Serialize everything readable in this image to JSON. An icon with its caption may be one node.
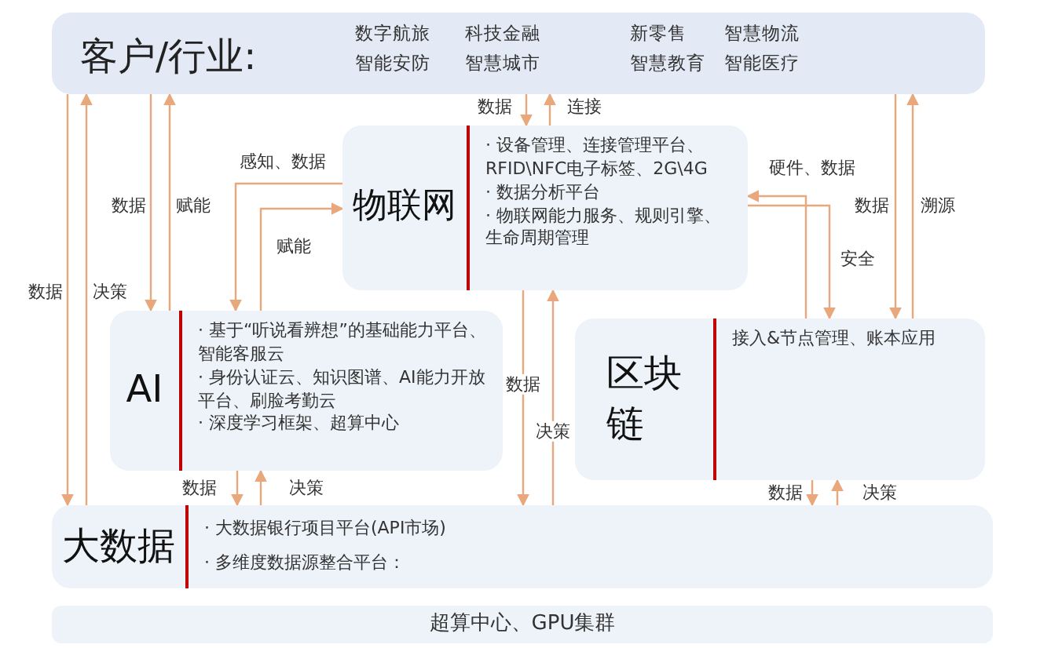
{
  "diagram": {
    "nodes": [
      {
        "text": [
          "客户/行业:",
          "数字航旅",
          "科技金融",
          "新零售",
          "智慧物流",
          "智能安防",
          "智慧城市",
          "智慧教育",
          "智能医疗"
        ]
      },
      {
        "text": [
          "物联网",
          "· 设备管理、连接管理平台、RFID\\NFC电子标签、2G\\4G",
          "· 数据分析平台",
          "· 物联网能力服务、规则引擎、生命周期管理"
        ]
      },
      {
        "text": [
          "AI",
          "· 基于“听说看辨想”的基础能力平台、智能客服云",
          "· 身份认证云、知识图谱、AI能力开放平台、刷脸考勤云",
          "· 深度学习框架、超算中心"
        ]
      },
      {
        "text": [
          "区块链",
          "接入&节点管理、账本应用"
        ]
      },
      {
        "text": [
          "大数据",
          "· 大数据银行项目平台(API市场)",
          "· 多维度数据源整合平台："
        ]
      },
      {
        "text": [
          "超算中心、GPU集群"
        ]
      }
    ],
    "edges": [
      {
        "from": 0,
        "to": 4,
        "arrow": "to",
        "label": "数据"
      },
      {
        "from": 4,
        "to": 0,
        "arrow": "to",
        "label": "决策"
      },
      {
        "from": 0,
        "to": 2,
        "arrow": "to",
        "label": "数据"
      },
      {
        "from": 2,
        "to": 0,
        "arrow": "to",
        "label": "赋能"
      },
      {
        "from": 1,
        "to": 2,
        "arrow": "to",
        "label": "感知、数据"
      },
      {
        "from": 2,
        "to": 1,
        "arrow": "to",
        "label": "赋能"
      },
      {
        "from": 0,
        "to": 1,
        "arrow": "to",
        "label": "数据"
      },
      {
        "from": 1,
        "to": 0,
        "arrow": "to",
        "label": "连接"
      },
      {
        "from": 3,
        "to": 1,
        "arrow": "to",
        "label": "硬件、数据"
      },
      {
        "from": 1,
        "to": 3,
        "arrow": "to",
        "label": "安全"
      },
      {
        "from": 0,
        "to": 3,
        "arrow": "to",
        "label": "数据"
      },
      {
        "from": 3,
        "to": 0,
        "arrow": "to",
        "label": "溯源"
      },
      {
        "from": 1,
        "to": 4,
        "arrow": "to",
        "label": "数据"
      },
      {
        "from": 4,
        "to": 1,
        "arrow": "to",
        "label": "决策"
      },
      {
        "from": 2,
        "to": 4,
        "arrow": "to",
        "label": "数据"
      },
      {
        "from": 4,
        "to": 2,
        "arrow": "to",
        "label": "决策"
      },
      {
        "from": 3,
        "to": 4,
        "arrow": "to",
        "label": "数据"
      },
      {
        "from": 4,
        "to": 3,
        "arrow": "to",
        "label": "决策"
      }
    ]
  }
}
